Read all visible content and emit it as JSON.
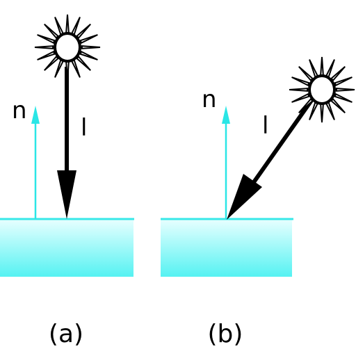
{
  "panels": [
    {
      "normal_label": "n",
      "light_label": "l",
      "caption": "(a)",
      "light_direction": "vertical"
    },
    {
      "normal_label": "n",
      "light_label": "l",
      "caption": "(b)",
      "light_direction": "oblique"
    }
  ],
  "colors": {
    "surface_top": "#ffffff",
    "surface_bottom": "#55f2f2",
    "surface_edge": "#38e8e8",
    "normal_arrow": "#2ae6e6",
    "light_arrow": "#000000",
    "sun_fill": "#ffffff",
    "sun_stroke": "#000000"
  },
  "icons": {
    "light_source": "sun-icon"
  }
}
